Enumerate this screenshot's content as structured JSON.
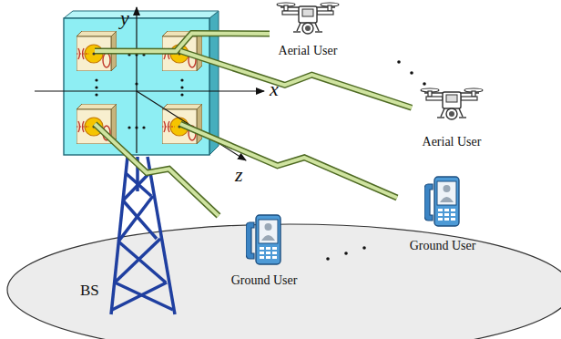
{
  "diagram": {
    "nodes": [
      {
        "text": [
          "BS"
        ]
      },
      {
        "text": [
          "Aerial User"
        ]
      },
      {
        "text": [
          "Aerial User"
        ]
      },
      {
        "text": [
          "Ground User"
        ]
      },
      {
        "text": [
          "Ground User"
        ]
      }
    ],
    "edges": [
      {
        "from": 0,
        "to": 1,
        "arrow": "none"
      },
      {
        "from": 0,
        "to": 2,
        "arrow": "none"
      },
      {
        "from": 0,
        "to": 3,
        "arrow": "none"
      },
      {
        "from": 0,
        "to": 4,
        "arrow": "none"
      }
    ],
    "labels": [
      "y",
      "x",
      "z"
    ]
  }
}
